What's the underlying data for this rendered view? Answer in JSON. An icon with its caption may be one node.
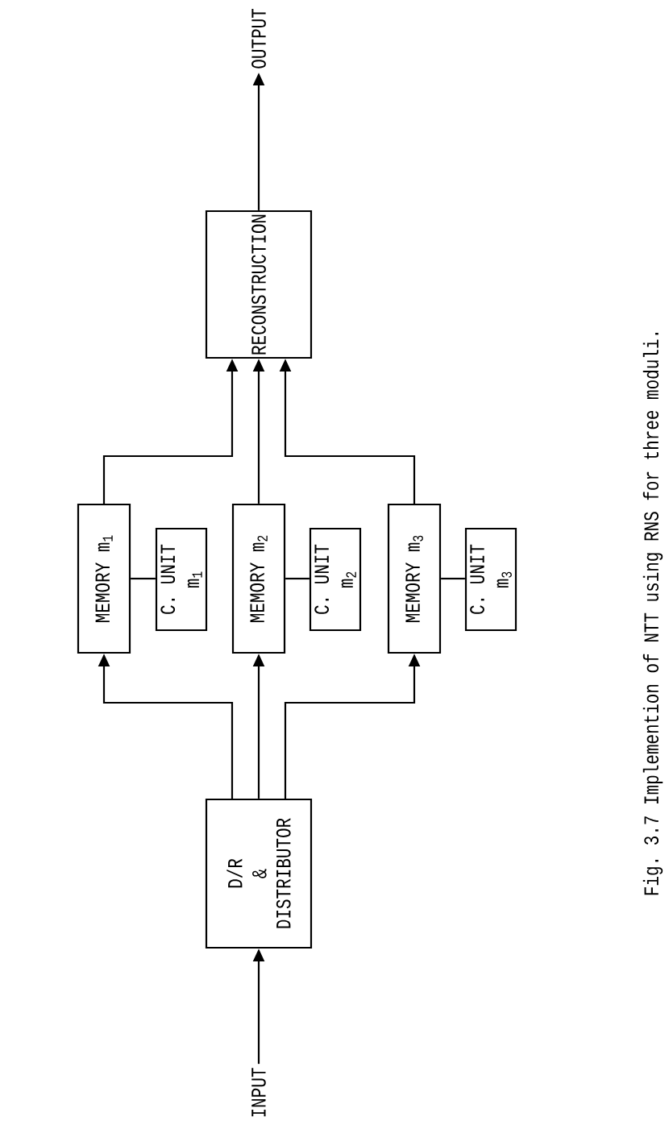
{
  "diagram": {
    "caption": "Fig. 3.7 Implemention of NTT using RNS for three moduli.",
    "nodes": [
      {
        "text": [
          "INPUT"
        ]
      },
      {
        "text": [
          "D/R & DISTRIBUTOR"
        ]
      },
      {
        "text": [
          "MEMORY m$_{1}$"
        ]
      },
      {
        "text": [
          "C. UNIT m$_{1}$"
        ]
      },
      {
        "text": [
          "MEMORY m$_{2}$"
        ]
      },
      {
        "text": [
          "C. UNIT m$_{2}$"
        ]
      },
      {
        "text": [
          "MEMORY m$_{3}$"
        ]
      },
      {
        "text": [
          "C. UNIT m$_{3}$"
        ]
      },
      {
        "text": [
          "RECONSTRUCTION"
        ]
      },
      {
        "text": [
          "OUTPUT"
        ]
      }
    ],
    "edges": [
      {
        "from": 0,
        "to": 1,
        "arrow": "to"
      },
      {
        "from": 1,
        "to": 2,
        "arrow": "to"
      },
      {
        "from": 1,
        "to": 4,
        "arrow": "to"
      },
      {
        "from": 1,
        "to": 6,
        "arrow": "to"
      },
      {
        "from": 2,
        "to": 3,
        "arrow": "none"
      },
      {
        "from": 4,
        "to": 5,
        "arrow": "none"
      },
      {
        "from": 6,
        "to": 7,
        "arrow": "none"
      },
      {
        "from": 2,
        "to": 8,
        "arrow": "to"
      },
      {
        "from": 4,
        "to": 8,
        "arrow": "to"
      },
      {
        "from": 6,
        "to": 8,
        "arrow": "to"
      },
      {
        "from": 8,
        "to": 9,
        "arrow": "to"
      }
    ]
  }
}
